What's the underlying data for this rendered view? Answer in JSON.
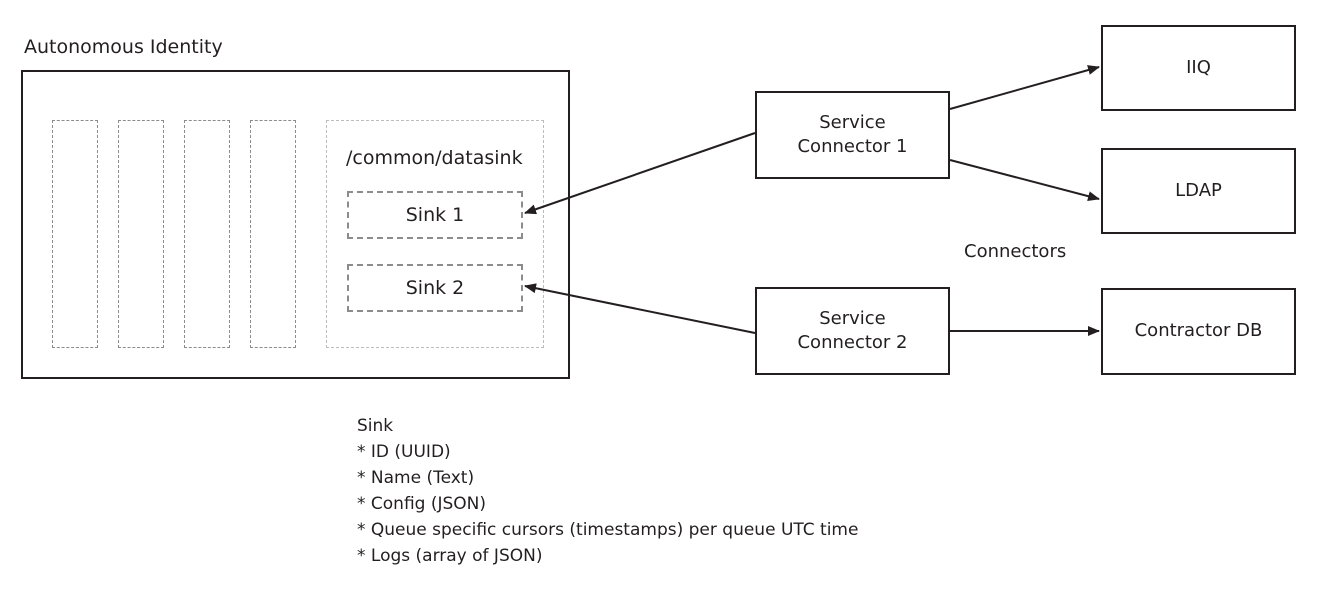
{
  "ai_system": {
    "title": "Autonomous Identity",
    "datasink_path": "/common/datasink",
    "sinks": [
      "Sink 1",
      "Sink 2"
    ]
  },
  "service_connectors": [
    {
      "line1": "Service",
      "line2": "Connector  1"
    },
    {
      "line1": "Service",
      "line2": "Connector  2"
    }
  ],
  "targets": [
    "IIQ",
    "LDAP",
    "Contractor DB"
  ],
  "connectors_label": "Connectors",
  "sink_notes": {
    "heading": "Sink",
    "fields": [
      "* ID (UUID)",
      "* Name (Text)",
      "* Config (JSON)",
      "* Queue specific cursors (timestamps) per queue UTC time",
      "* Logs (array of JSON)"
    ]
  },
  "colors": {
    "stroke": "#231f20",
    "dashed": "#8c8c8c",
    "dashed_light": "#bdbdbd"
  }
}
